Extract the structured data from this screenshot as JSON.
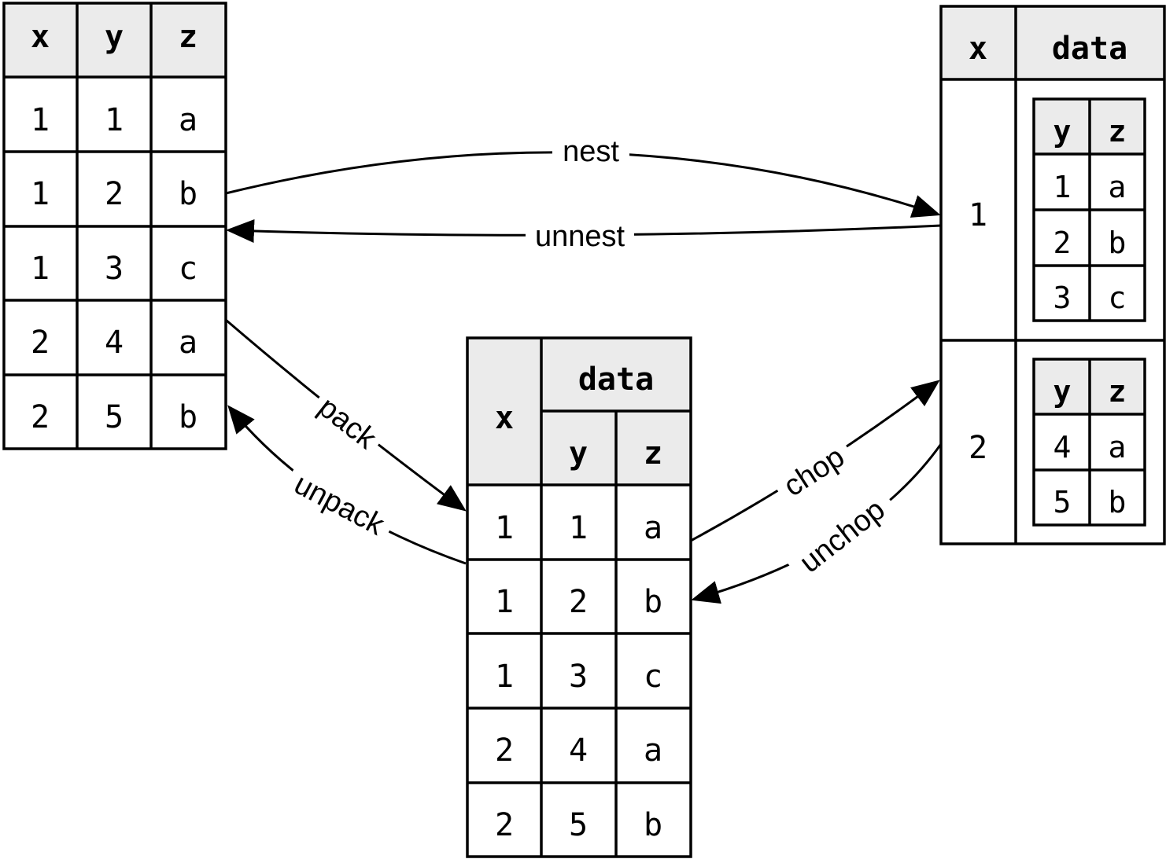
{
  "colors": {
    "header": "#ebebeb",
    "line": "#000000",
    "background": "#ffffff"
  },
  "left_table": {
    "headers": [
      "x",
      "y",
      "z"
    ],
    "rows": [
      [
        "1",
        "1",
        "a"
      ],
      [
        "1",
        "2",
        "b"
      ],
      [
        "1",
        "3",
        "c"
      ],
      [
        "2",
        "4",
        "a"
      ],
      [
        "2",
        "5",
        "b"
      ]
    ]
  },
  "middle_table": {
    "x_header": "x",
    "group_header": "data",
    "sub_headers": [
      "y",
      "z"
    ],
    "rows": [
      [
        "1",
        "1",
        "a"
      ],
      [
        "1",
        "2",
        "b"
      ],
      [
        "1",
        "3",
        "c"
      ],
      [
        "2",
        "4",
        "a"
      ],
      [
        "2",
        "5",
        "b"
      ]
    ]
  },
  "right_table": {
    "headers": [
      "x",
      "data"
    ],
    "groups": [
      {
        "x": "1",
        "inner_headers": [
          "y",
          "z"
        ],
        "inner_rows": [
          [
            "1",
            "a"
          ],
          [
            "2",
            "b"
          ],
          [
            "3",
            "c"
          ]
        ]
      },
      {
        "x": "2",
        "inner_headers": [
          "y",
          "z"
        ],
        "inner_rows": [
          [
            "4",
            "a"
          ],
          [
            "5",
            "b"
          ]
        ]
      }
    ]
  },
  "arrows": {
    "nest": "nest",
    "unnest": "unnest",
    "pack": "pack",
    "unpack": "unpack",
    "chop": "chop",
    "unchop": "unchop"
  }
}
